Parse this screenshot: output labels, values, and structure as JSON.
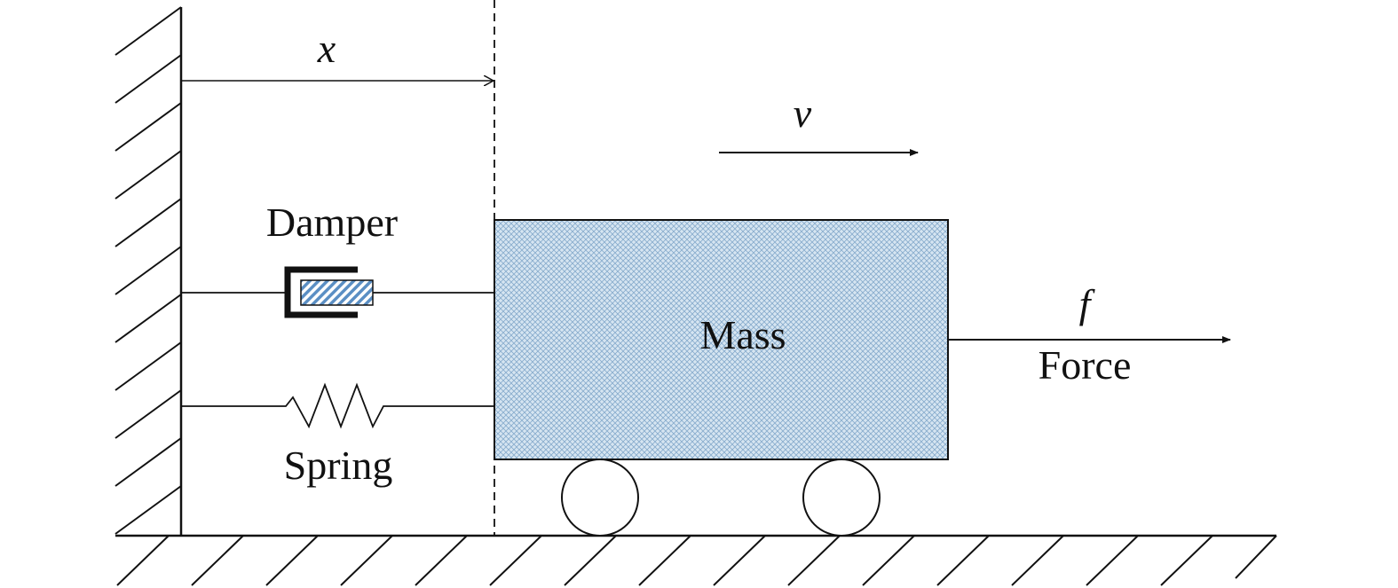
{
  "labels": {
    "displacement": "x",
    "velocity": "v",
    "damper": "Damper",
    "spring": "Spring",
    "mass": "Mass",
    "force_symbol": "f",
    "force": "Force"
  },
  "colors": {
    "line": "#111111",
    "mass_fill": "#cfe0ee",
    "mass_pattern": "#7fa7c9",
    "damper_hatch": "#5b8fc4"
  }
}
